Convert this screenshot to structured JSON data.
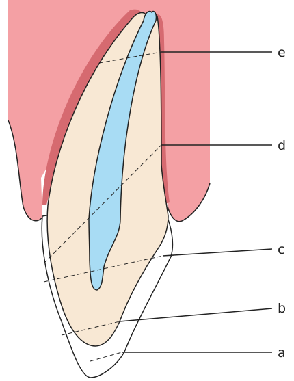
{
  "labels": {
    "a": "a",
    "b": "b",
    "c": "c",
    "d": "d",
    "e": "e"
  },
  "colors": {
    "gum": "#F4A0A4",
    "gum_shadow": "#D66A70",
    "dentin": "#F8E8D4",
    "pulp": "#A8DCF4",
    "enamel": "#FFFFFF",
    "outline": "#222222"
  }
}
